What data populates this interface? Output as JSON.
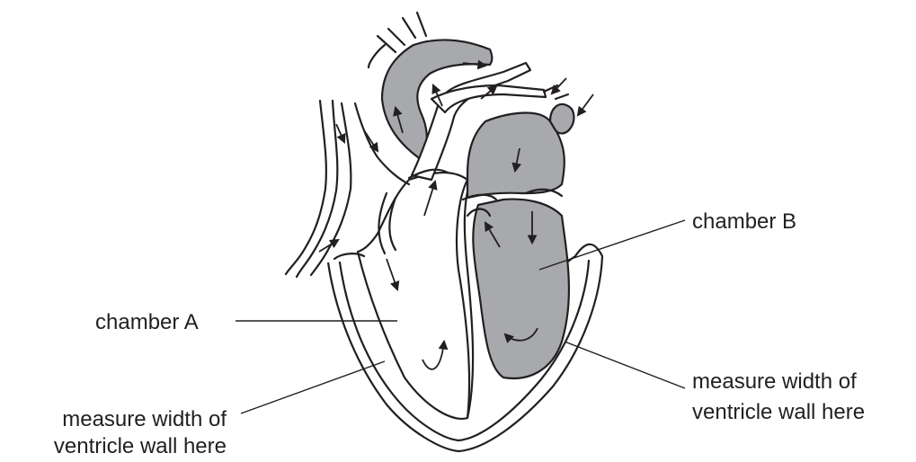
{
  "labels": {
    "chamber_a": "chamber A",
    "chamber_b": "chamber B",
    "left_wall_line1": "measure width of",
    "left_wall_line2": "ventricle wall here",
    "right_wall_line1": "measure width of",
    "right_wall_line2": "ventricle wall here"
  },
  "colors": {
    "oxygenated_fill": "#a7a9ac",
    "outline": "#231f20",
    "background": "#ffffff"
  }
}
